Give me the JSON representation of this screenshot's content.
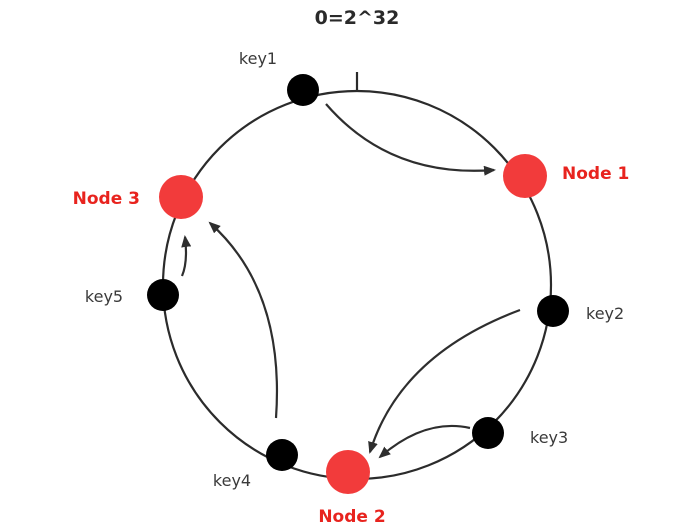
{
  "diagram": {
    "top_label": "0=2^32",
    "node_color": "#f23b3b",
    "node_label_color": "#e8231e",
    "key_color": "#000000",
    "nodes": [
      {
        "label": "Node 1"
      },
      {
        "label": "Node 2"
      },
      {
        "label": "Node 3"
      }
    ],
    "keys": [
      {
        "label": "key1"
      },
      {
        "label": "key2"
      },
      {
        "label": "key3"
      },
      {
        "label": "key4"
      },
      {
        "label": "key5"
      }
    ]
  }
}
